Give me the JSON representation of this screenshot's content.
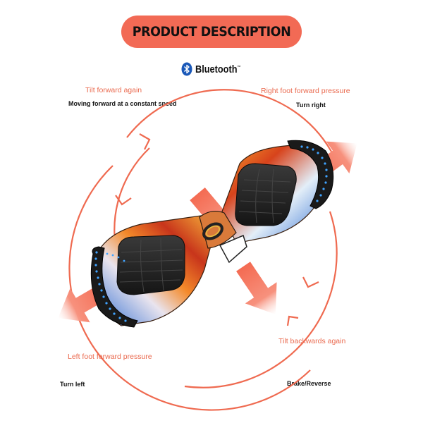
{
  "title": "PRODUCT DESCRIPTION",
  "bluetooth": {
    "label": "Bluetooth",
    "mark": "™",
    "icon": "bluetooth-icon"
  },
  "instructions": {
    "top_left": {
      "action": "Tilt forward again",
      "result": "Moving forward at a constant speed"
    },
    "top_right": {
      "action": "Right foot forward pressure",
      "result": "Turn right"
    },
    "bottom_left": {
      "action": "Left foot forward pressure",
      "result": "Turn left"
    },
    "bottom_right": {
      "action": "Tilt backwards again",
      "result": "Brake/Reverse"
    }
  },
  "colors": {
    "accent": "#f26a55",
    "label": "#ea6a4f",
    "text": "#111111",
    "led": "#3fa3ff"
  }
}
